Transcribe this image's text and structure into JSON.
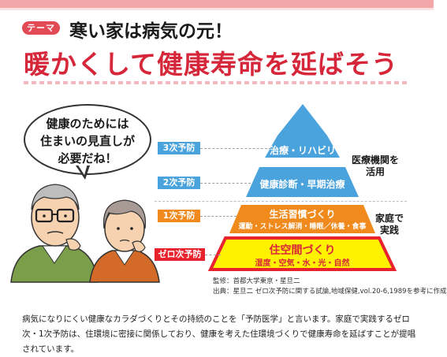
{
  "header": {
    "theme_tag": "テーマ",
    "subtitle": "寒い家は病気の元！",
    "title": "暖かくして健康寿命を延ばそう"
  },
  "bubble": {
    "line1": "健康のためには",
    "line2": "住まいの見直しが",
    "line3": "必要だね！"
  },
  "pyramid": {
    "levels": [
      {
        "label": "3次予防",
        "text": "治療・リハビリ",
        "sub": ""
      },
      {
        "label": "2次予防",
        "text": "健康診断・早期治療",
        "sub": ""
      },
      {
        "label": "1次予防",
        "text": "生活習慣づくり",
        "sub": "運動・ストレス解消・睡眠／休養・食事"
      },
      {
        "label": "ゼロ次予防",
        "text": "住空間づくり",
        "sub": "湿度・空気・水・光・自然"
      }
    ],
    "side_medical": [
      "医療機関を",
      "活用"
    ],
    "side_home": [
      "家庭で",
      "実践"
    ]
  },
  "credits": {
    "supervision": "監修：首都大学東京・星旦二",
    "source": "出典：星旦二 ゼロ次予防に関する試論,地域保健,vol.20-6,1989を参考に作成"
  },
  "body": {
    "paragraph": "病気になりにくい健康なカラダづくりとその持続のことを「予防医学」と言います。家庭で実践するゼロ次・1次予防は、住環境に密接に関係しており、健康を考えた住環境づくりで健康寿命を延ばすことが提唱されています。"
  },
  "colors": {
    "accent_red": "#d6263a",
    "pyramid_blue": "#4aa3dc",
    "pyramid_orange": "#f08a1c",
    "pyramid_red": "#e8232e",
    "pyramid_yellow": "#fff200"
  }
}
